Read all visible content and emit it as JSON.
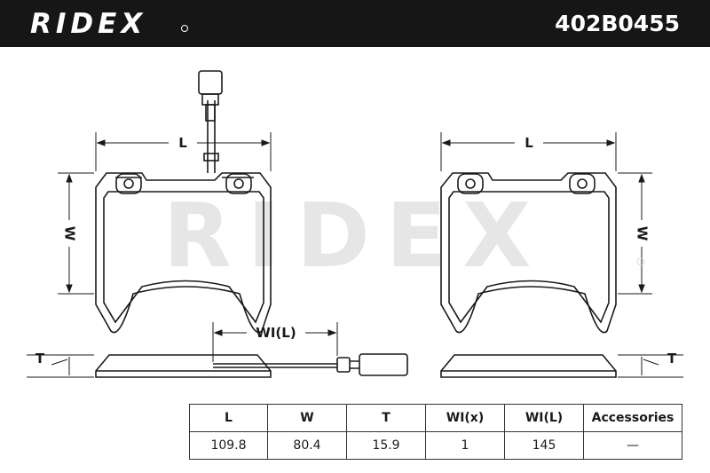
{
  "header": {
    "brand": "RIDEX",
    "part_number": "402B0455"
  },
  "dimensions": {
    "length_left": "L",
    "length_right": "L",
    "width_left": "W",
    "width_right": "W",
    "wear_indicator_length": "WI(L)",
    "thickness_left": "T",
    "thickness_right": "T"
  },
  "watermark": "RIDEX",
  "spec_table": {
    "headers": [
      "L",
      "W",
      "T",
      "WI(x)",
      "WI(L)",
      "Accessories"
    ],
    "values": [
      "109.8",
      "80.4",
      "15.9",
      "1",
      "145",
      "—"
    ]
  },
  "colors": {
    "header_bg": "#161616",
    "line": "#1a1a1a",
    "watermark": "#e6e6e6"
  }
}
